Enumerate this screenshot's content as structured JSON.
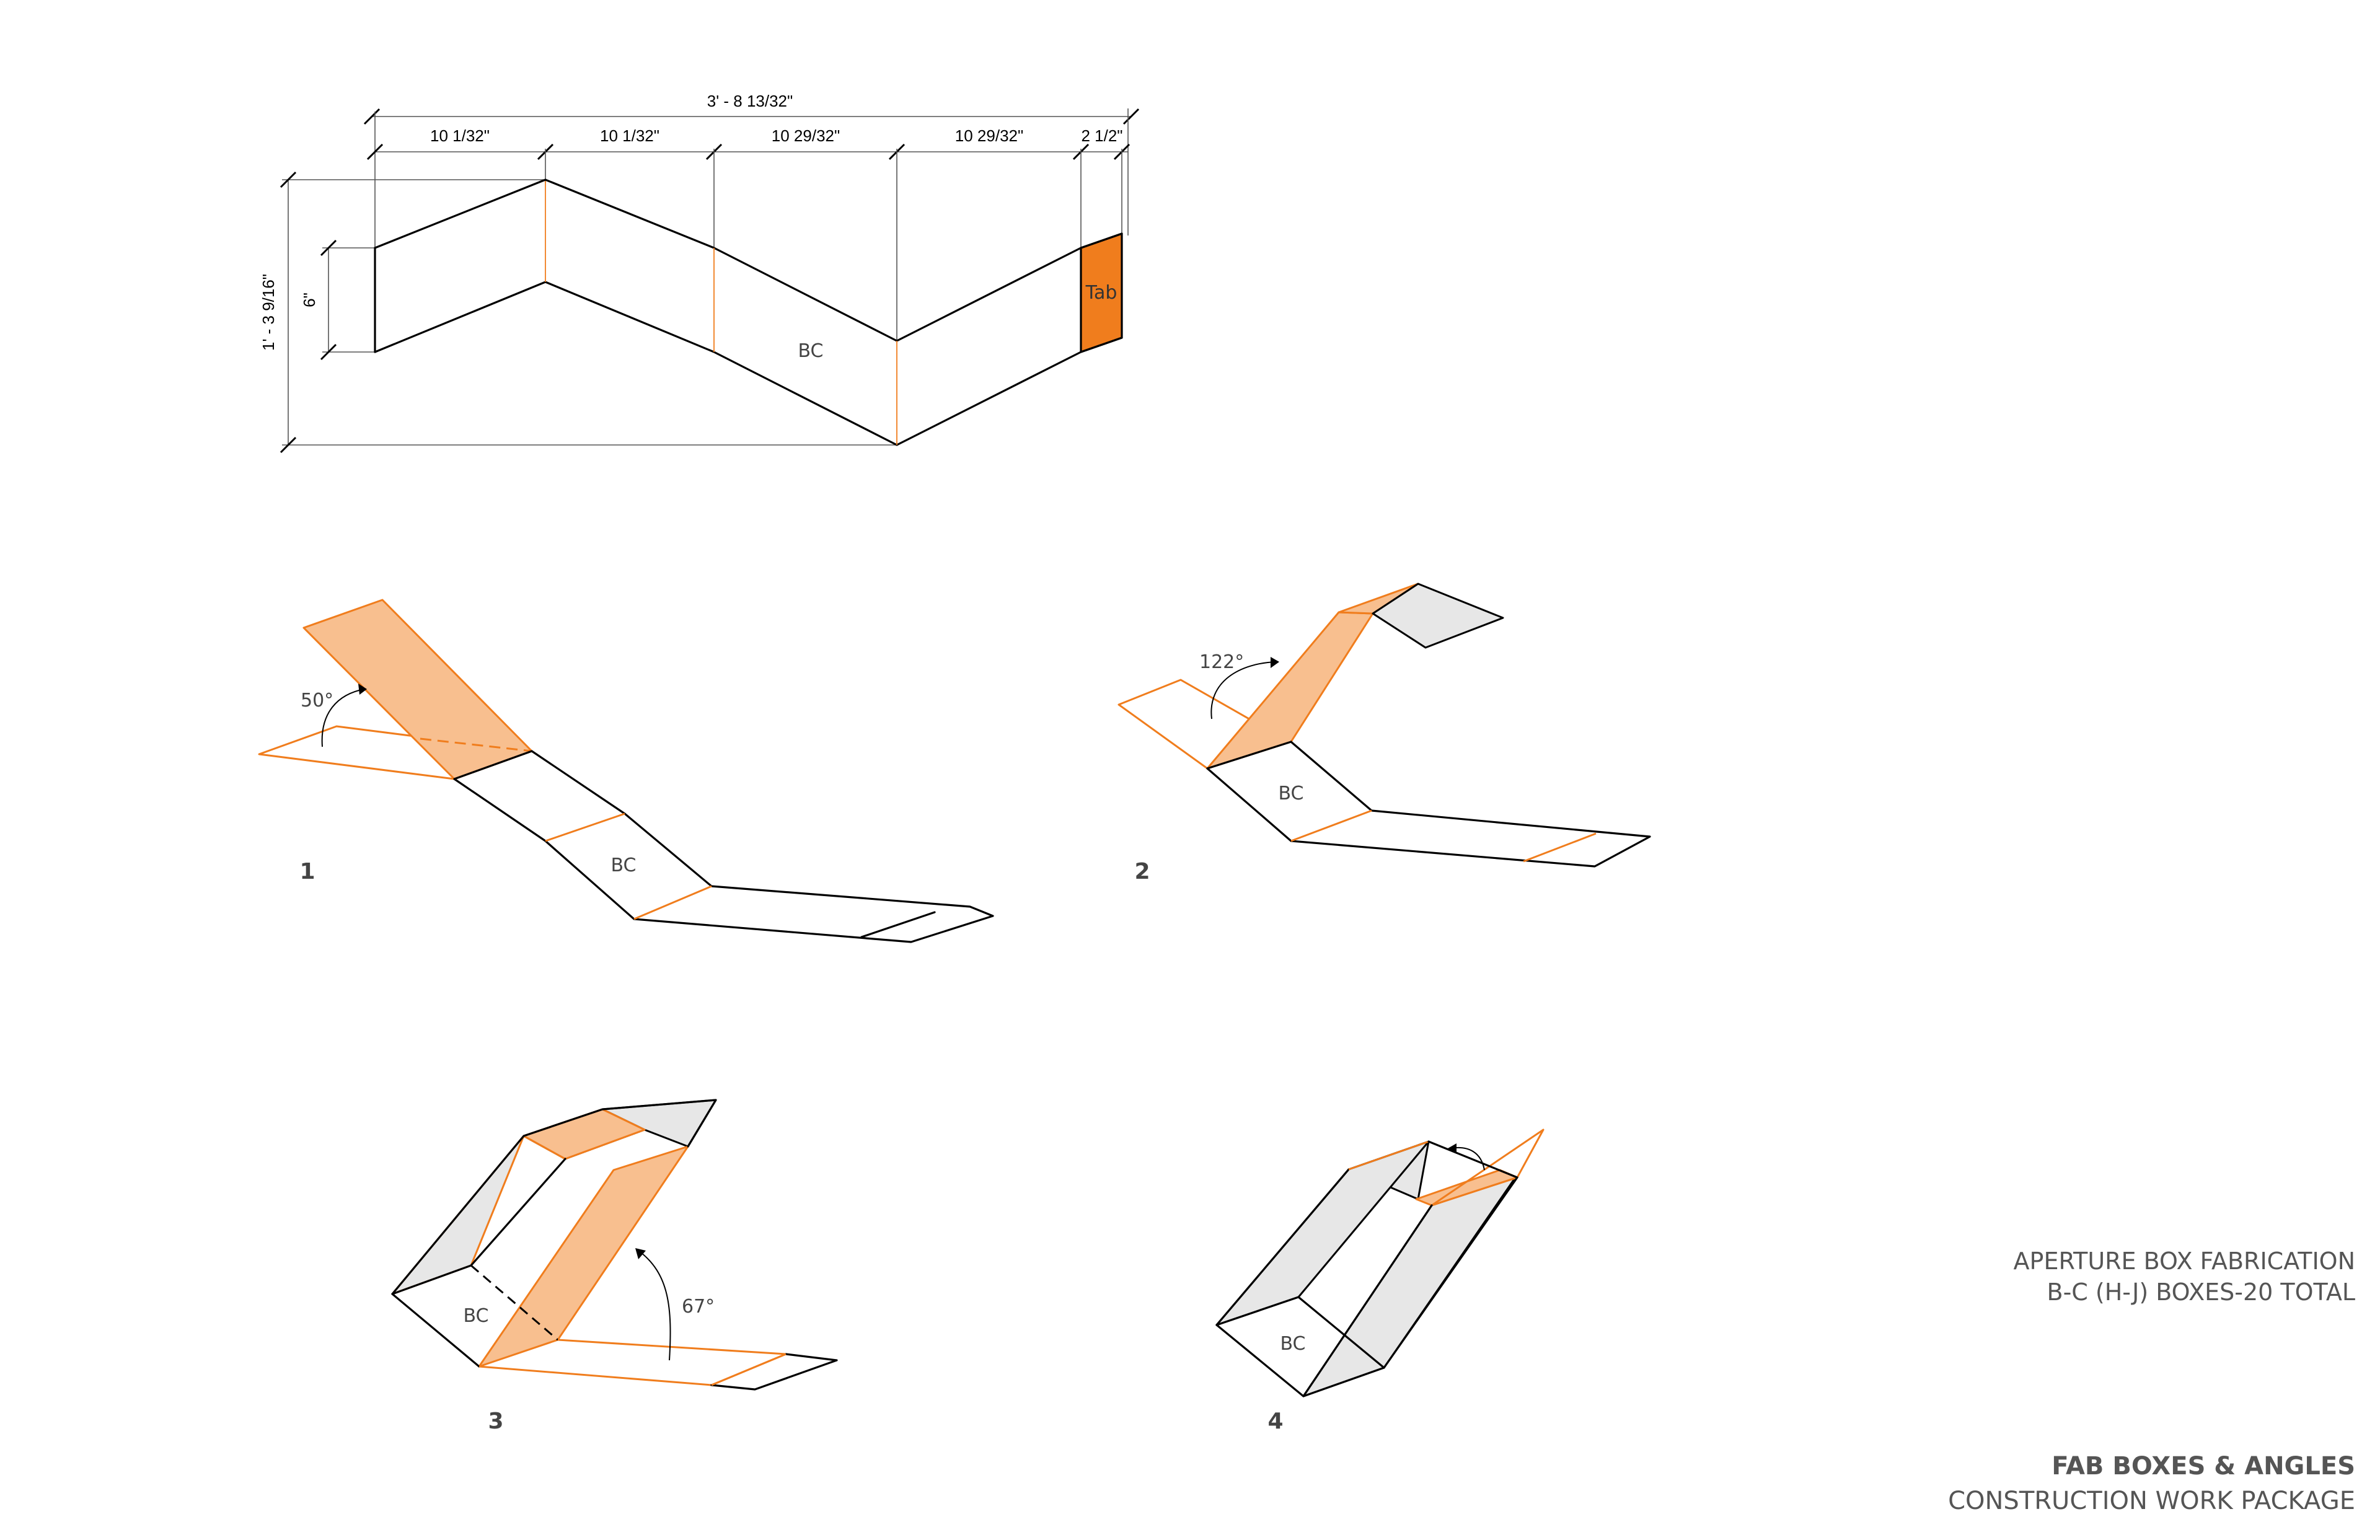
{
  "flat_pattern": {
    "overall_width": "3' - 8 13/32\"",
    "segment_widths": [
      "10 1/32\"",
      "10 1/32\"",
      "10 29/32\"",
      "10 29/32\"",
      "2 1/2\""
    ],
    "overall_height": "1' - 3 9/16\"",
    "panel_height": "6\"",
    "face_label": "BC",
    "tab_label": "Tab"
  },
  "steps": [
    {
      "number": "1",
      "face_label": "BC",
      "fold_angle": "50°"
    },
    {
      "number": "2",
      "face_label": "BC",
      "fold_angle": "122°"
    },
    {
      "number": "3",
      "face_label": "BC",
      "fold_angle": "67°"
    },
    {
      "number": "4",
      "face_label": "BC"
    }
  ],
  "title_block": {
    "line1": "APERTURE BOX FABRICATION",
    "line2": "B-C (H-J) BOXES-20 TOTAL",
    "sheet_title": "FAB BOXES & ANGLES",
    "sheet_subtitle": "CONSTRUCTION WORK PACKAGE"
  },
  "colors": {
    "accent_orange": "#f07d1d",
    "accent_orange_light": "#f8bf8f",
    "gray_face": "#e7e7e7",
    "line": "#000000",
    "text_gray": "#555555"
  }
}
